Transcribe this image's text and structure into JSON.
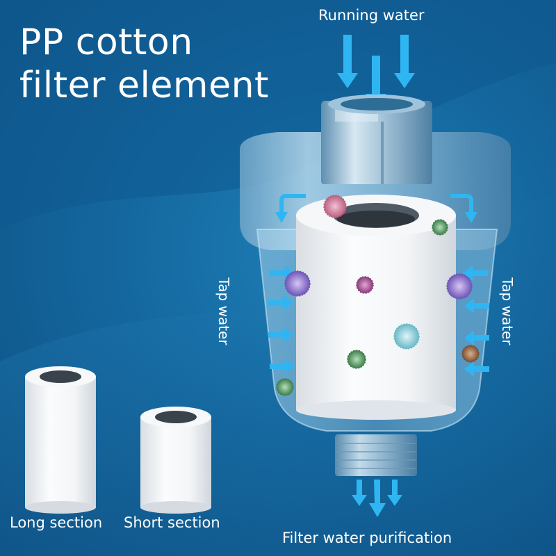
{
  "title": {
    "line1": "PP cotton",
    "line2": "filter element"
  },
  "labels": {
    "running_water": "Running water",
    "tap_water_left": "Tap water",
    "tap_water_right": "Tap water",
    "filter_water": "Filter water purification",
    "long_section": "Long section",
    "short_section": "Short section"
  },
  "colors": {
    "background": "#14689f",
    "arrow": "#2fb6f2",
    "filter_white": "#f4f6f8"
  }
}
